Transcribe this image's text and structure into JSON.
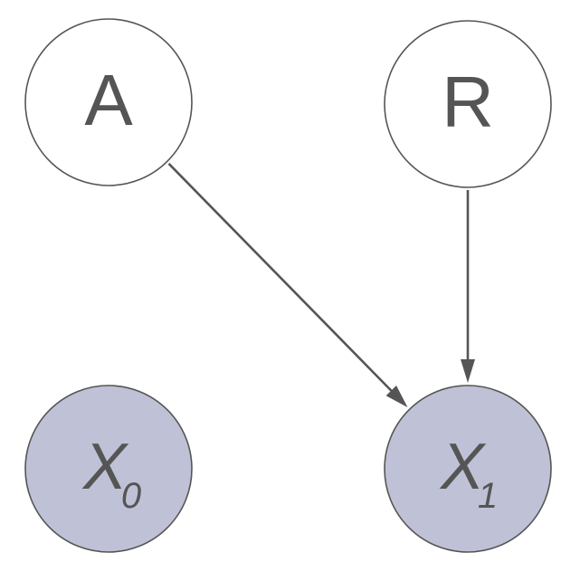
{
  "diagram": {
    "nodes": [
      {
        "id": "A",
        "label": "A",
        "subscript": "",
        "italic": false,
        "fill": "#ffffff"
      },
      {
        "id": "R",
        "label": "R",
        "subscript": "",
        "italic": false,
        "fill": "#ffffff"
      },
      {
        "id": "X0",
        "label": "X",
        "subscript": "0",
        "italic": true,
        "fill": "#bfc1d6"
      },
      {
        "id": "X1",
        "label": "X",
        "subscript": "1",
        "italic": true,
        "fill": "#bfc1d6"
      }
    ],
    "edges": [
      {
        "from": "A",
        "to": "X1"
      },
      {
        "from": "R",
        "to": "X1"
      }
    ],
    "colors": {
      "stroke": "#555555",
      "observed_fill": "#bfc1d6",
      "latent_fill": "#ffffff"
    }
  }
}
